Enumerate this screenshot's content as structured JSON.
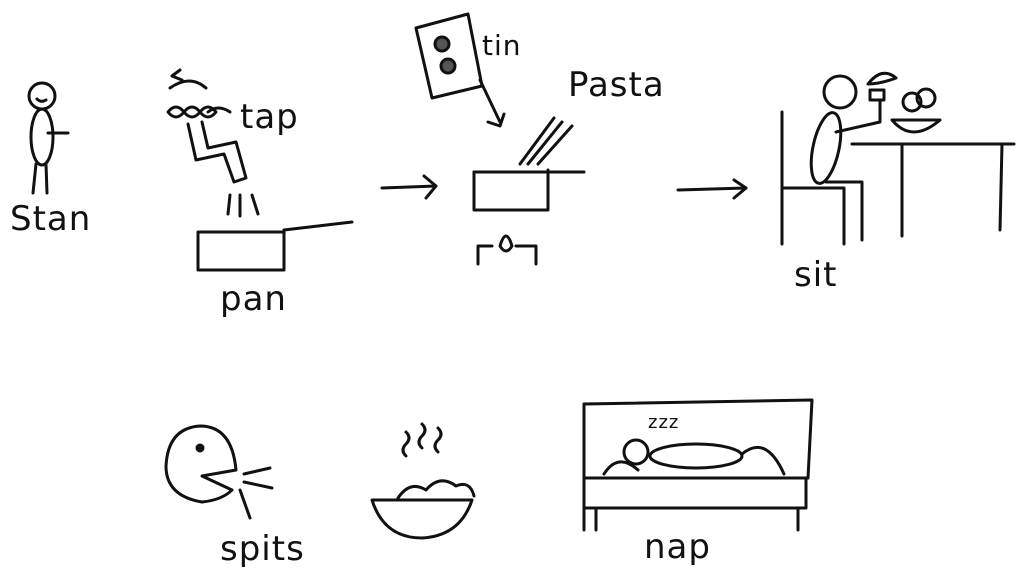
{
  "labels": {
    "stan": "Stan",
    "tap": "tap",
    "pan": "pan",
    "tin": "tin",
    "pasta": "Pasta",
    "sit": "sit",
    "spits": "spits",
    "nap": "nap",
    "snore": "zzz"
  },
  "colors": {
    "ink": "#111111",
    "background": "#ffffff"
  }
}
